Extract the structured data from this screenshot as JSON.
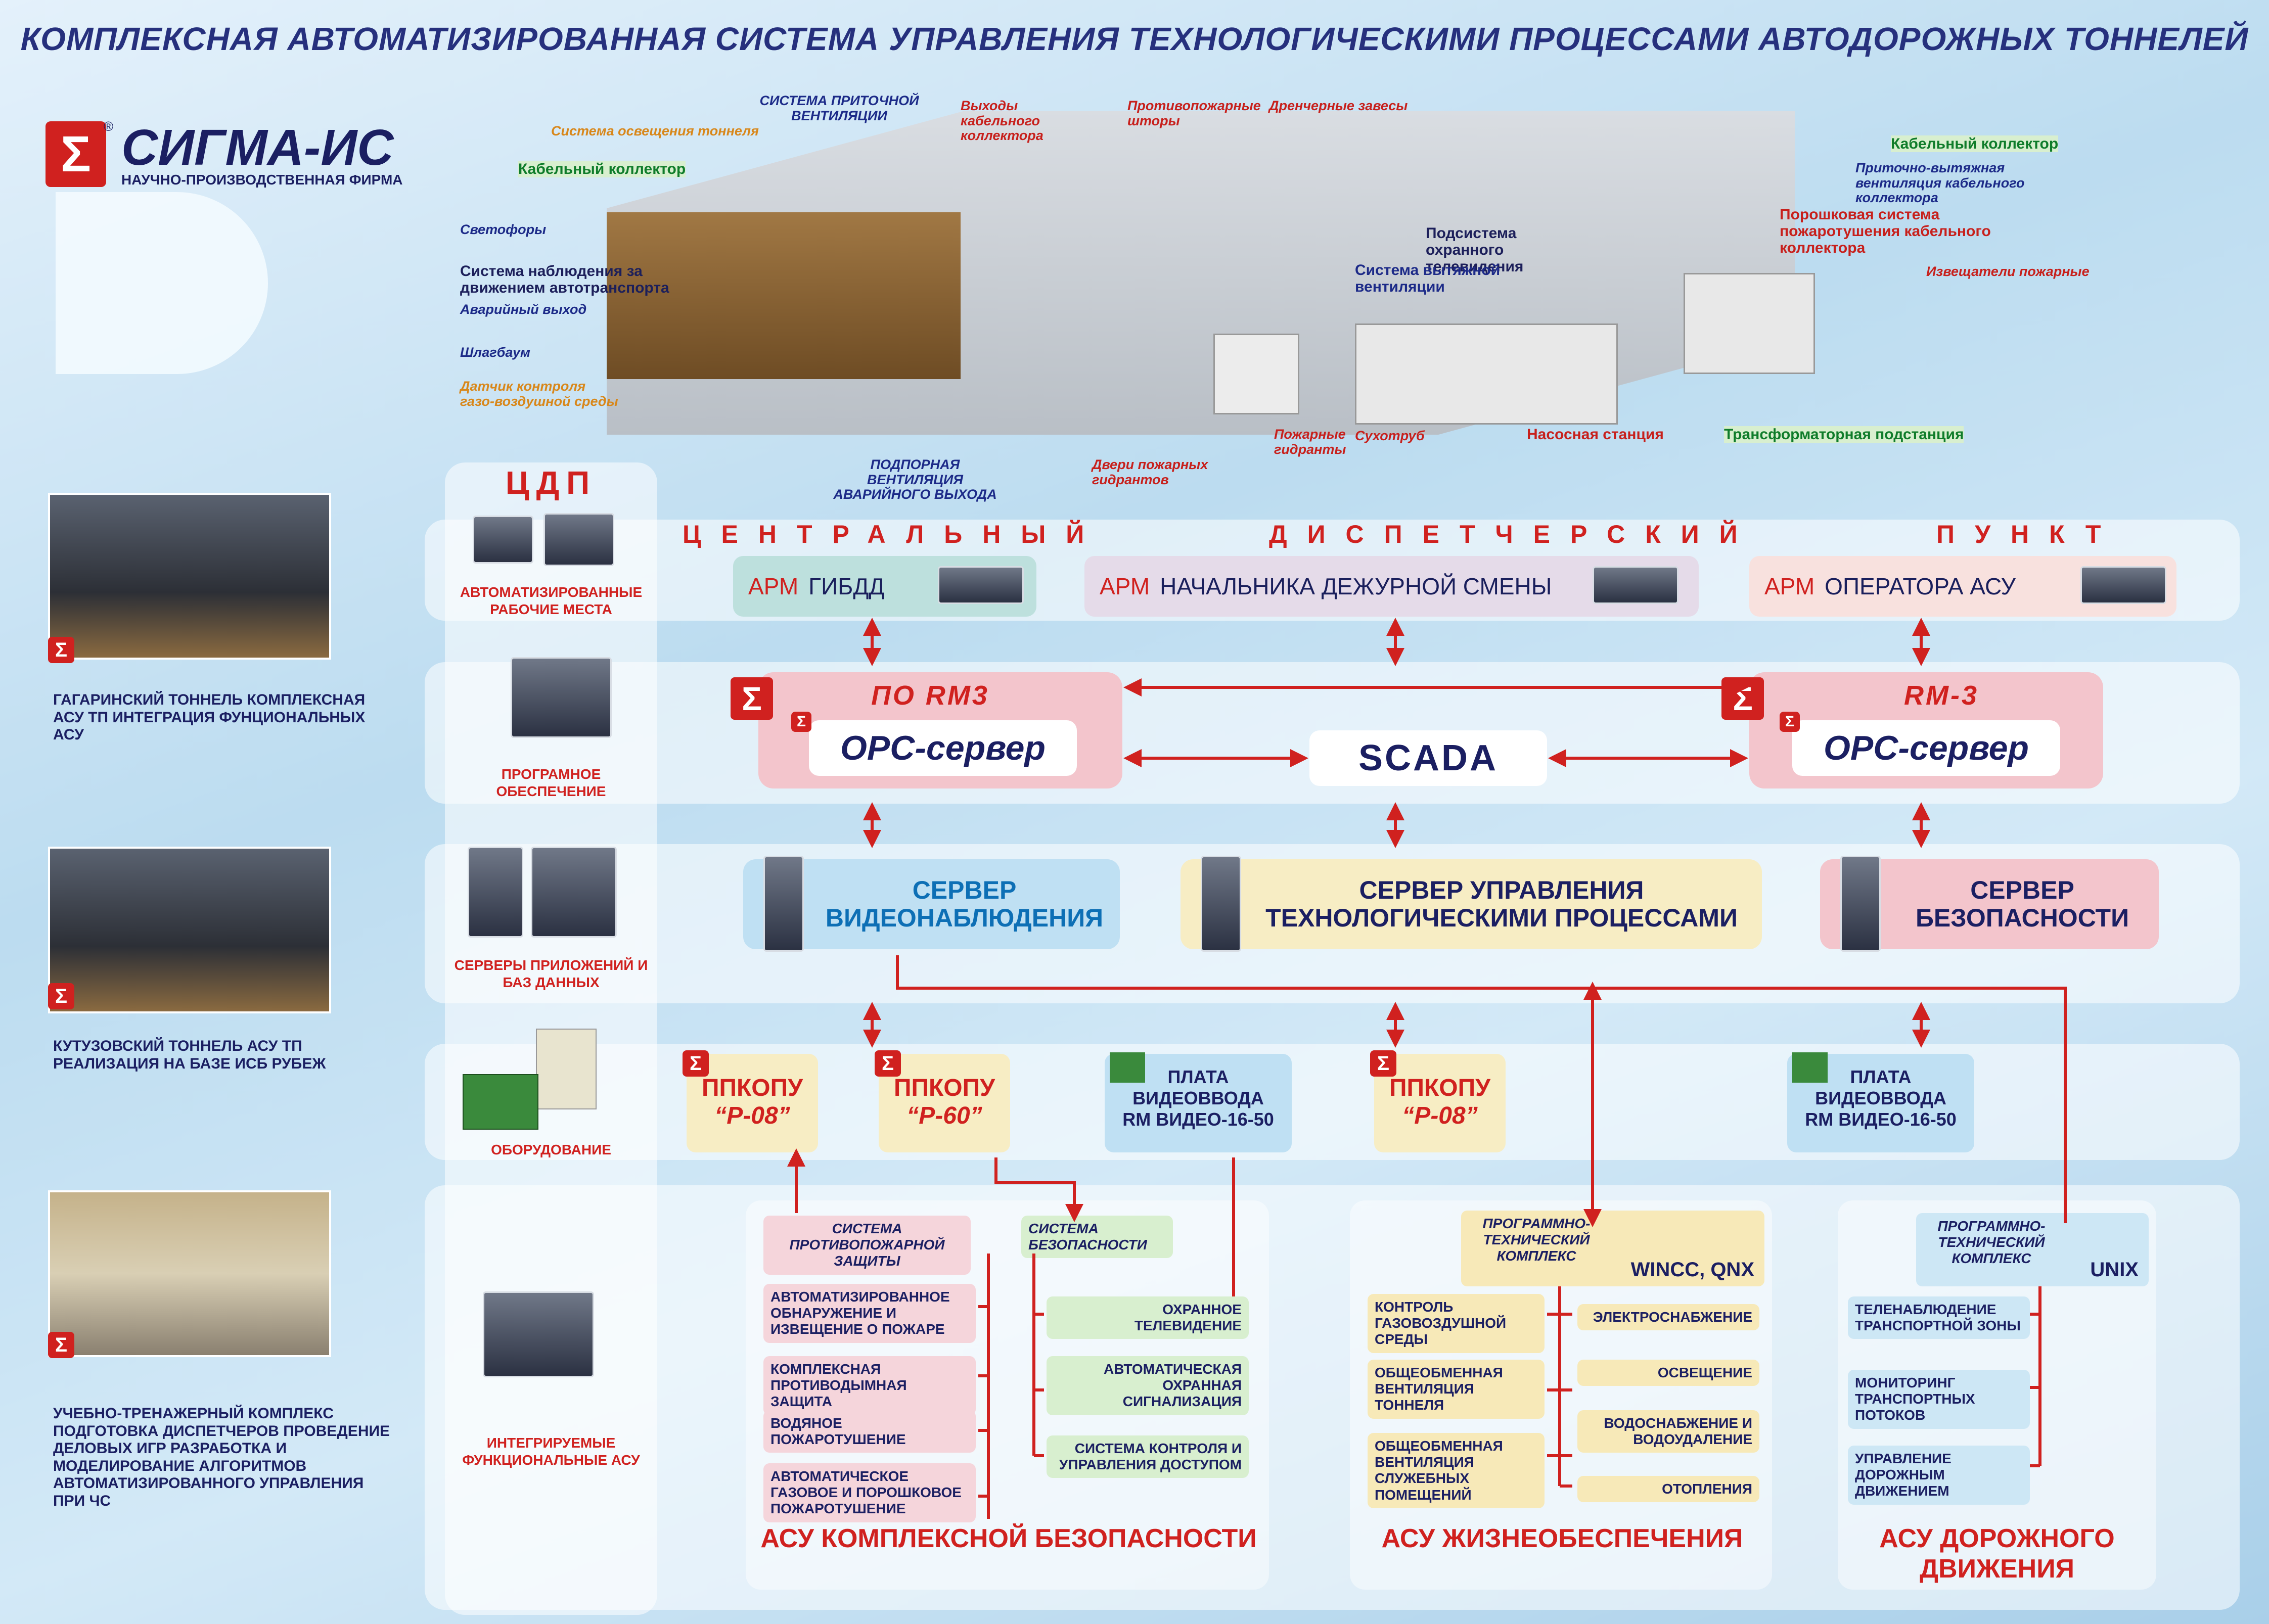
{
  "title": "КОМПЛЕКСНАЯ АВТОМАТИЗИРОВАННАЯ СИСТЕМА УПРАВЛЕНИЯ ТЕХНОЛОГИЧЕСКИМИ ПРОЦЕССАМИ АВТОДОРОЖНЫХ ТОННЕЛЕЙ",
  "logo": {
    "name": "СИГМА-ИС",
    "subtitle": "НАУЧНО-ПРОИЗВОДСТВЕННАЯ ФИРМА",
    "mark": "Σ",
    "reg": "®"
  },
  "tunnel_labels": {
    "lighting": "Система освещения тоннеля",
    "supply_vent": "СИСТЕМА ПРИТОЧНОЙ ВЕНТИЛЯЦИИ",
    "cable_outlets": "Выходы кабельного коллектора",
    "fire_shutters": "Противопожарные шторы",
    "drencher": "Дренчерные завесы",
    "cable_collector_left": "Кабельный коллектор",
    "cable_collector_right": "Кабельный коллектор",
    "collector_vent": "Приточно-вытяжная вентиляция кабельного коллектора",
    "powder": "Порошковая система пожаротушения кабельного коллектора",
    "traffic_lights": "Светофоры",
    "observation": "Система наблюдения за движением автотранспорта",
    "cctv_security": "Подсистема охранного телевидения",
    "exhaust_vent": "Система вытяжной вентиляции",
    "fire_detectors": "Извещатели пожарные",
    "emergency_exit": "Аварийный выход",
    "barrier": "Шлагбаум",
    "gas_sensor": "Датчик контроля газо-воздушной среды",
    "exit_vent": "ПОДПОРНАЯ ВЕНТИЛЯЦИЯ АВАРИЙНОГО ВЫХОДА",
    "hydrant_doors": "Двери пожарных гидрантов",
    "hydrants": "Пожарные гидранты",
    "dry_pipe": "Сухотруб",
    "pump": "Насосная станция",
    "transformer": "Трансформаторная подстанция"
  },
  "left": {
    "cdp": "ЦДП",
    "rows": [
      "АВТОМАТИЗИРОВАННЫЕ РАБОЧИЕ МЕСТА",
      "ПРОГРАМНОЕ ОБЕСПЕЧЕНИЕ",
      "СЕРВЕРЫ ПРИЛОЖЕНИЙ И БАЗ ДАННЫХ",
      "ОБОРУДОВАНИЕ",
      "ИНТЕГРИРУЕМЫЕ ФУНКЦИОНАЛЬНЫЕ АСУ"
    ]
  },
  "photos": [
    {
      "caption": "ГАГАРИНСКИЙ ТОННЕЛЬ КОМПЛЕКСНАЯ АСУ ТП ИНТЕГРАЦИЯ ФУНЦИОНАЛЬНЫХ АСУ"
    },
    {
      "caption": "КУТУЗОВСКИЙ ТОННЕЛЬ АСУ ТП РЕАЛИЗАЦИЯ НА БАЗЕ ИСБ РУБЕЖ"
    },
    {
      "caption": "УЧЕБНО-ТРЕНАЖЕРНЫЙ КОМПЛЕКС ПОДГОТОВКА ДИСПЕТЧЕРОВ ПРОВЕДЕНИЕ ДЕЛОВЫХ ИГР РАЗРАБОТКА И МОДЕЛИРОВАНИЕ АЛГОРИТМОВ АВТОМАТИЗИРОВАННОГО УПРАВЛЕНИЯ ПРИ ЧС"
    }
  ],
  "cdp_words": [
    "ЦЕНТРАЛЬНЫЙ",
    "ДИСПЕТЧЕРСКИЙ",
    "ПУНКТ"
  ],
  "arm": [
    {
      "a": "АРМ",
      "t": "ГИБДД"
    },
    {
      "a": "АРМ",
      "t": "НАЧАЛЬНИКА ДЕЖУРНОЙ СМЕНЫ"
    },
    {
      "a": "АРМ",
      "t": "ОПЕРАТОРА АСУ"
    }
  ],
  "software": {
    "left_title": "ПО RM3",
    "right_title": "RM-3",
    "opc": "OPC-сервер",
    "scada": "SCADA"
  },
  "servers": [
    "СЕРВЕР ВИДЕОНАБЛЮДЕНИЯ",
    "СЕРВЕР УПРАВЛЕНИЯ ТЕХНОЛОГИЧЕСКИМИ ПРОЦЕССАМИ",
    "СЕРВЕР БЕЗОПАСНОСТИ"
  ],
  "equipment": {
    "ppkop": "ППКОПУ",
    "p08": "“Р-08”",
    "p60": "“Р-60”",
    "plata1": "ПЛАТА",
    "plata2": "ВИДЕОВВОДА",
    "plata3": "RM ВИДЕО-16-50"
  },
  "security": {
    "fire": "СИСТЕМА ПРОТИВОПОЖАРНОЙ ЗАЩИТЫ",
    "sec": "СИСТЕМА БЕЗОПАСНОСТИ",
    "fire_items": [
      "АВТОМАТИЗИРОВАННОЕ ОБНАРУЖЕНИЕ И ИЗВЕЩЕНИЕ О ПОЖАРЕ",
      "КОМПЛЕКСНАЯ ПРОТИВОДЫМНАЯ ЗАЩИТА",
      "ВОДЯНОЕ ПОЖАРОТУШЕНИЕ",
      "АВТОМАТИЧЕСКОЕ ГАЗОВОЕ И ПОРОШКОВОЕ ПОЖАРОТУШЕНИЕ"
    ],
    "sec_items": [
      "ОХРАННОЕ ТЕЛЕВИДЕНИЕ",
      "АВТОМАТИЧЕСКАЯ ОХРАННАЯ СИГНАЛИЗАЦИЯ",
      "СИСТЕМА КОНТРОЛЯ И УПРАВЛЕНИЯ ДОСТУПОМ"
    ],
    "title": "АСУ КОМПЛЕКСНОЙ БЕЗОПАСНОСТИ"
  },
  "life": {
    "ptk": "ПРОГРАММНО-ТЕХНИЧЕСКИЙ КОМПЛЕКС",
    "os": "WINCC, QNX",
    "left_items": [
      "КОНТРОЛЬ ГАЗОВОЗДУШНОЙ СРЕДЫ",
      "ОБЩЕОБМЕННАЯ ВЕНТИЛЯЦИЯ ТОННЕЛЯ",
      "ОБЩЕОБМЕННАЯ ВЕНТИЛЯЦИЯ СЛУЖЕБНЫХ ПОМЕЩЕНИЙ"
    ],
    "right_items": [
      "ЭЛЕКТРОСНАБЖЕНИЕ",
      "ОСВЕЩЕНИЕ",
      "ВОДОСНАБЖЕНИЕ И ВОДОУДАЛЕНИЕ",
      "ОТОПЛЕНИЯ"
    ],
    "title": "АСУ ЖИЗНЕОБЕСПЕЧЕНИЯ"
  },
  "traffic": {
    "ptk": "ПРОГРАММНО-ТЕХНИЧЕСКИЙ КОМПЛЕКС",
    "os": "UNIX",
    "items": [
      "ТЕЛЕНАБЛЮДЕНИЕ ТРАНСПОРТНОЙ ЗОНЫ",
      "МОНИТОРИНГ ТРАНСПОРТНЫХ ПОТОКОВ",
      "УПРАВЛЕНИЕ ДОРОЖНЫМ ДВИЖЕНИЕМ"
    ],
    "title": "АСУ ДОРОЖНОГО ДВИЖЕНИЯ"
  },
  "colors": {
    "red": "#d0211f",
    "navy": "#1b1f62",
    "pink": "#f3c5cc",
    "green": "#d8efcf",
    "yellow": "#f7e9b8",
    "blue": "#bfe0f3"
  }
}
